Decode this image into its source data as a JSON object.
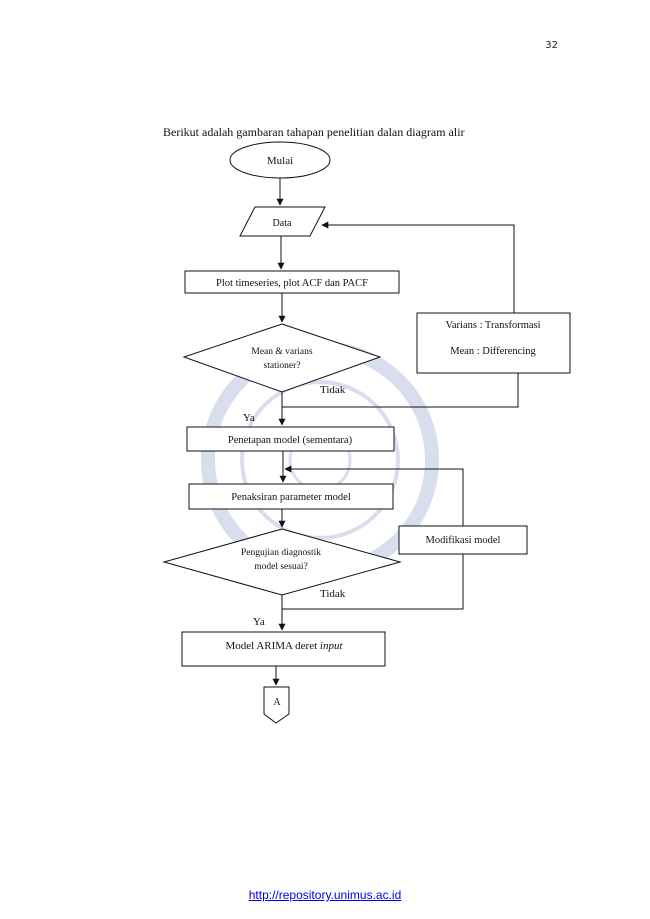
{
  "page": {
    "number": "32",
    "intro": "Berikut adalah gambaran tahapan penelitian dalan diagram alir"
  },
  "flowchart": {
    "start": "Mulai",
    "data": "Data",
    "plot": "Plot timeseries, plot ACF dan PACF",
    "decision1_line1": "Mean & varians",
    "decision1_line2": "stationer?",
    "decision1_no": "Tidak",
    "decision1_yes": "Ya",
    "transform_line1": "Varians : Transformasi",
    "transform_line2": "Mean : Differencing",
    "model_tentative": "Penetapan model (sementara)",
    "param_estimation": "Penaksiran parameter model",
    "decision2_line1": "Pengujian diagnostik",
    "decision2_line2": "model sesuai?",
    "decision2_no": "Tidak",
    "decision2_yes": "Ya",
    "modify": "Modifikasi model",
    "final_model_prefix": "Model ARIMA deret ",
    "final_model_italic": "input",
    "connector": "A"
  },
  "footer": {
    "link": "http://repository.unimus.ac.id"
  },
  "colors": {
    "line": "#111111",
    "link": "#0000ee",
    "watermark": "#2f4fa3"
  }
}
